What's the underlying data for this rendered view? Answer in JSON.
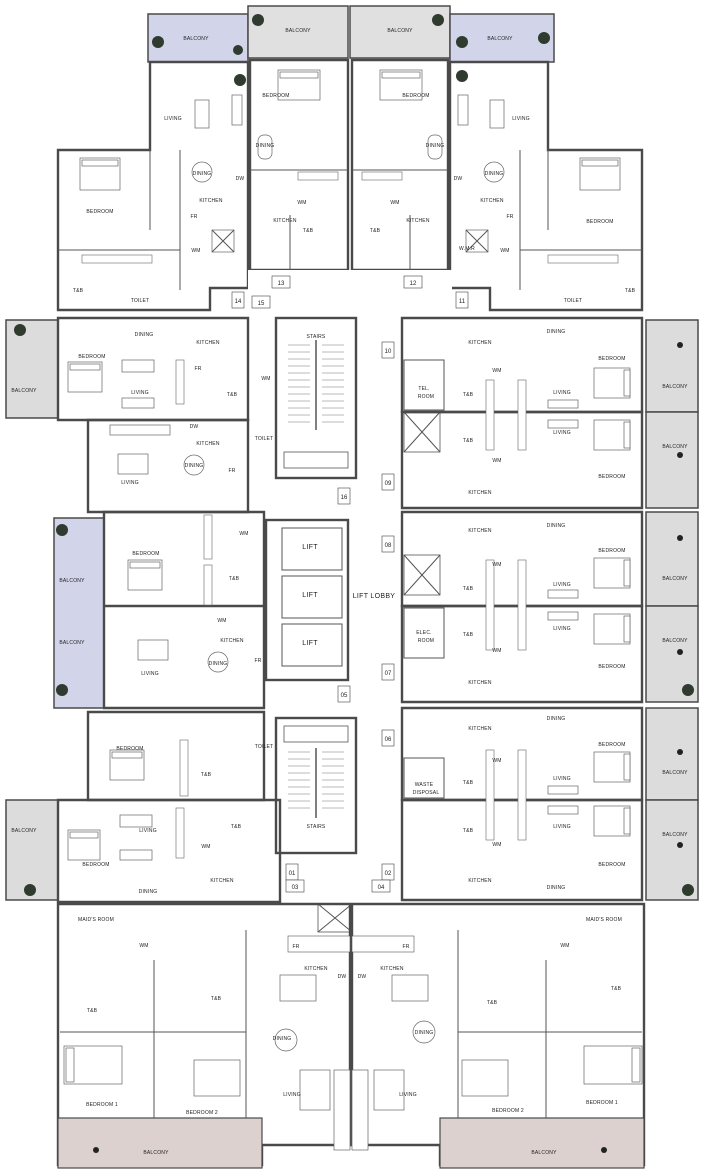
{
  "colors": {
    "blue_unit": "#d2d5ea",
    "grey_unit": "#dcdcdc",
    "pink_unit": "#ddd1d0",
    "core": "#ffffff",
    "wall": "#4a4a4a"
  },
  "core": {
    "stairs_top": "STAIRS",
    "stairs_bottom": "STAIRS",
    "lifts": [
      "LIFT",
      "LIFT",
      "LIFT"
    ],
    "lift_lobby": "LIFT LOBBY",
    "tel_room": [
      "TEL.",
      "ROOM"
    ],
    "elec_room": [
      "ELEC.",
      "ROOM"
    ],
    "waste_disposal": [
      "WASTE",
      "DISPOSAL"
    ],
    "wmr": "W.M.R"
  },
  "unit_numbers": {
    "u13": "13",
    "u12": "12",
    "u15": "15",
    "u14": "14",
    "u16": "16",
    "u11": "11",
    "u10": "10",
    "u09": "09",
    "u08": "08",
    "u07": "07",
    "u06": "06",
    "u05": "05",
    "u01": "01",
    "u02": "02",
    "u03": "03",
    "u04": "04"
  },
  "rooms": {
    "balcony": "BALCONY",
    "bedroom": "BEDROOM",
    "bedroom1": "BEDROOM 1",
    "bedroom2": "BEDROOM 2",
    "living": "LIVING",
    "dining": "DINING",
    "kitchen": "KITCHEN",
    "tb": "T&B",
    "toilet": "TOILET",
    "maids_room": "MAID'S ROOM",
    "wm": "WM",
    "fr": "FR",
    "dw": "DW"
  }
}
